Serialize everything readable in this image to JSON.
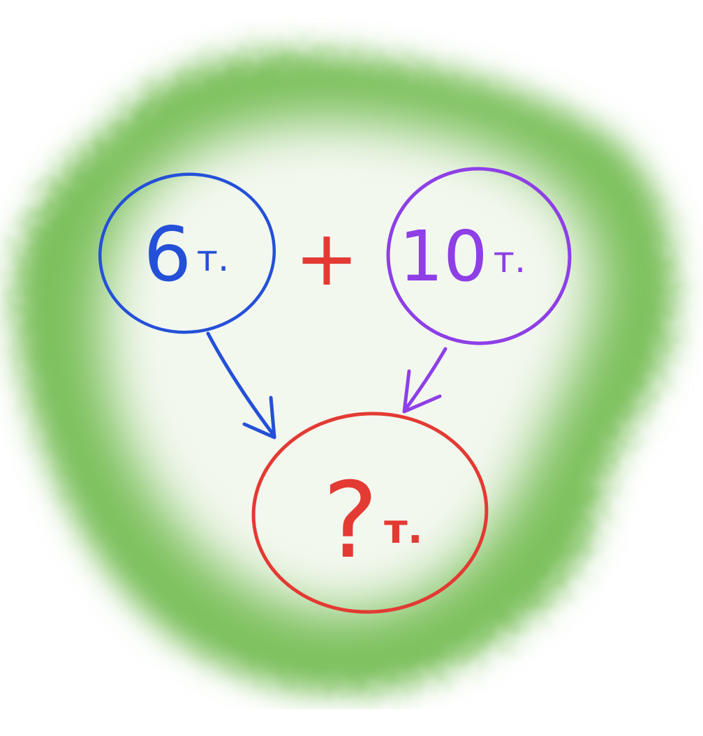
{
  "colors": {
    "blob_outer": "#7cc05c",
    "blob_inner": "#f3f8ef",
    "blue": "#2450d8",
    "purple": "#8e3fe6",
    "red": "#e33a33"
  },
  "nodes": {
    "left": {
      "number": "6",
      "unit": "т."
    },
    "right": {
      "number": "10",
      "unit": "т."
    },
    "result": {
      "number": "?",
      "unit": "т."
    }
  },
  "operator": "+"
}
